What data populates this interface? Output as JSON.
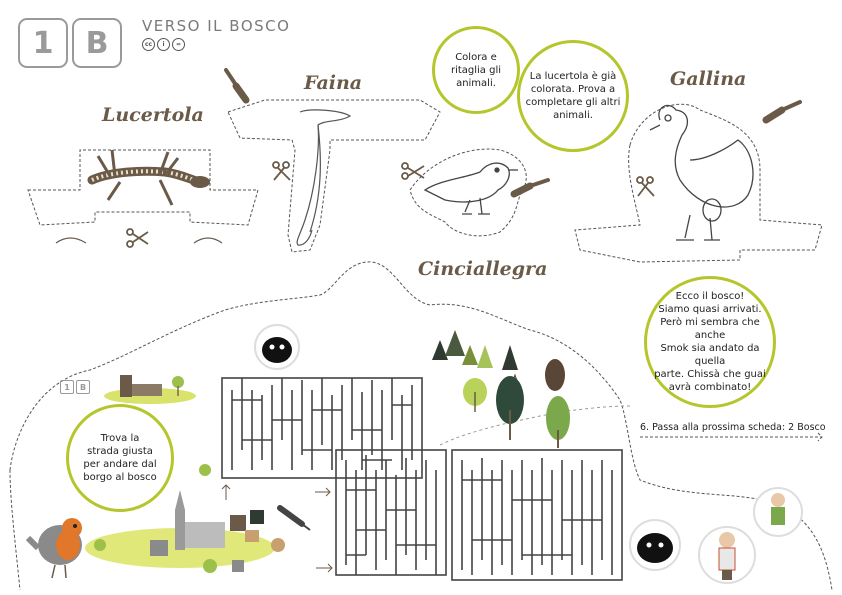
{
  "header": {
    "number": "1",
    "letter": "B",
    "title": "VERSO IL BOSCO",
    "license_icons": [
      "cc",
      "by",
      "nd"
    ]
  },
  "animals": {
    "lucertola": "Lucertola",
    "faina": "Faina",
    "gallina": "Gallina",
    "cinciallegra": "Cinciallegra"
  },
  "bubbles": {
    "color_cut": [
      "Colora e",
      "ritaglia gli",
      "animali."
    ],
    "lizard_note": [
      "La lucertola è già",
      "colorata. Prova a",
      "completare gli altri",
      "animali."
    ],
    "forest": [
      "Ecco il bosco!",
      "Siamo quasi arrivati.",
      "Però mi sembra che anche",
      "Smok sia andato da quella",
      "parte. Chissà che guai",
      "avrà combinato!"
    ],
    "find_path": [
      "Trova la",
      "strada giusta",
      "per andare dal",
      "borgo al bosco"
    ]
  },
  "mini_badge": {
    "number": "1",
    "letter": "B"
  },
  "next_step": "6. Passa alla prossima scheda: 2 Bosco",
  "colors": {
    "accent": "#b5c62c",
    "brown": "#6b5a48",
    "line": "#4a4a4a"
  },
  "icons": [
    "paintbrush-icon",
    "scissors-icon",
    "pencil-icon",
    "arrow-right-icon"
  ]
}
